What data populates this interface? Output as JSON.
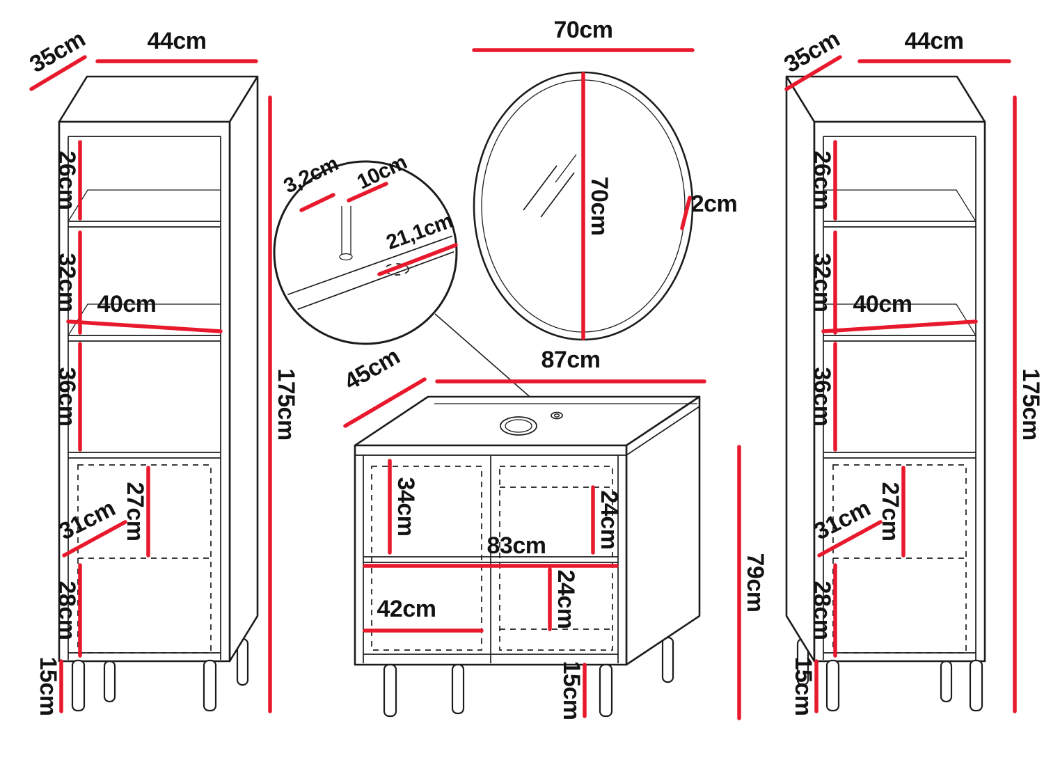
{
  "colors": {
    "dimension": "#e8192c",
    "outline": "#1c1c1c",
    "background": "#ffffff"
  },
  "left_cabinet": {
    "depth": "35cm",
    "width": "44cm",
    "height": "175cm",
    "compartment_1_height": "26cm",
    "compartment_2_height": "32cm",
    "inner_width": "40cm",
    "compartment_3_height": "36cm",
    "door_inner_height_1": "27cm",
    "door_inner_depth": "31cm",
    "door_inner_height_2": "28cm",
    "legs_height": "15cm"
  },
  "mirror": {
    "width": "70cm",
    "height": "70cm",
    "depth": "2cm"
  },
  "sink_detail": {
    "tap_hole_diameter": "3,2cm",
    "hole_spacing": "10cm",
    "hole_offset": "21,1cm"
  },
  "vanity": {
    "depth": "45cm",
    "width": "87cm",
    "height": "79cm",
    "upper_compartment_height": "34cm",
    "under_basin_clearance": "24cm",
    "inner_width": "83cm",
    "door_inner_width": "42cm",
    "lower_compartment_height": "24cm",
    "legs_height": "15cm"
  },
  "right_cabinet": {
    "depth": "35cm",
    "width": "44cm",
    "height": "175cm",
    "compartment_1_height": "26cm",
    "compartment_2_height": "32cm",
    "inner_width": "40cm",
    "compartment_3_height": "36cm",
    "door_inner_height_1": "27cm",
    "door_inner_depth": "31cm",
    "door_inner_height_2": "28cm",
    "legs_height": "15cm"
  }
}
